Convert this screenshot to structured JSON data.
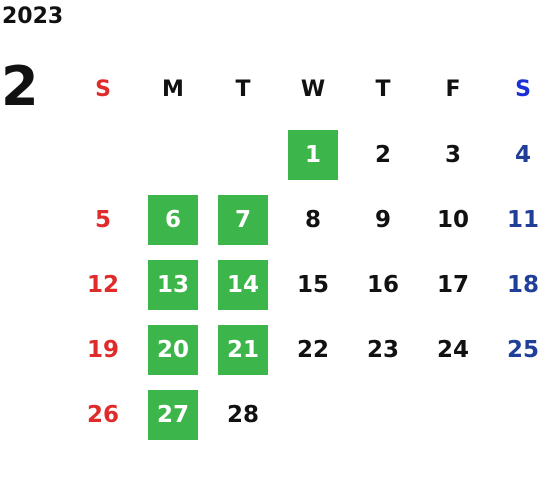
{
  "calendar": {
    "year": "2023",
    "month": "2",
    "weekdays": [
      "S",
      "M",
      "T",
      "W",
      "T",
      "F",
      "S"
    ],
    "first_weekday_index": 3,
    "days": [
      "1",
      "2",
      "3",
      "4",
      "5",
      "6",
      "7",
      "8",
      "9",
      "10",
      "11",
      "12",
      "13",
      "14",
      "15",
      "16",
      "17",
      "18",
      "19",
      "20",
      "21",
      "22",
      "23",
      "24",
      "25",
      "26",
      "27",
      "28"
    ],
    "highlighted_days": [
      "1",
      "6",
      "7",
      "13",
      "14",
      "20",
      "21",
      "27"
    ]
  },
  "colors": {
    "highlight": "#3cb54a",
    "sunday": "#e02b2b",
    "saturday": "#1f3f98",
    "saturday_header": "#1a2fd6",
    "text": "#111111"
  }
}
